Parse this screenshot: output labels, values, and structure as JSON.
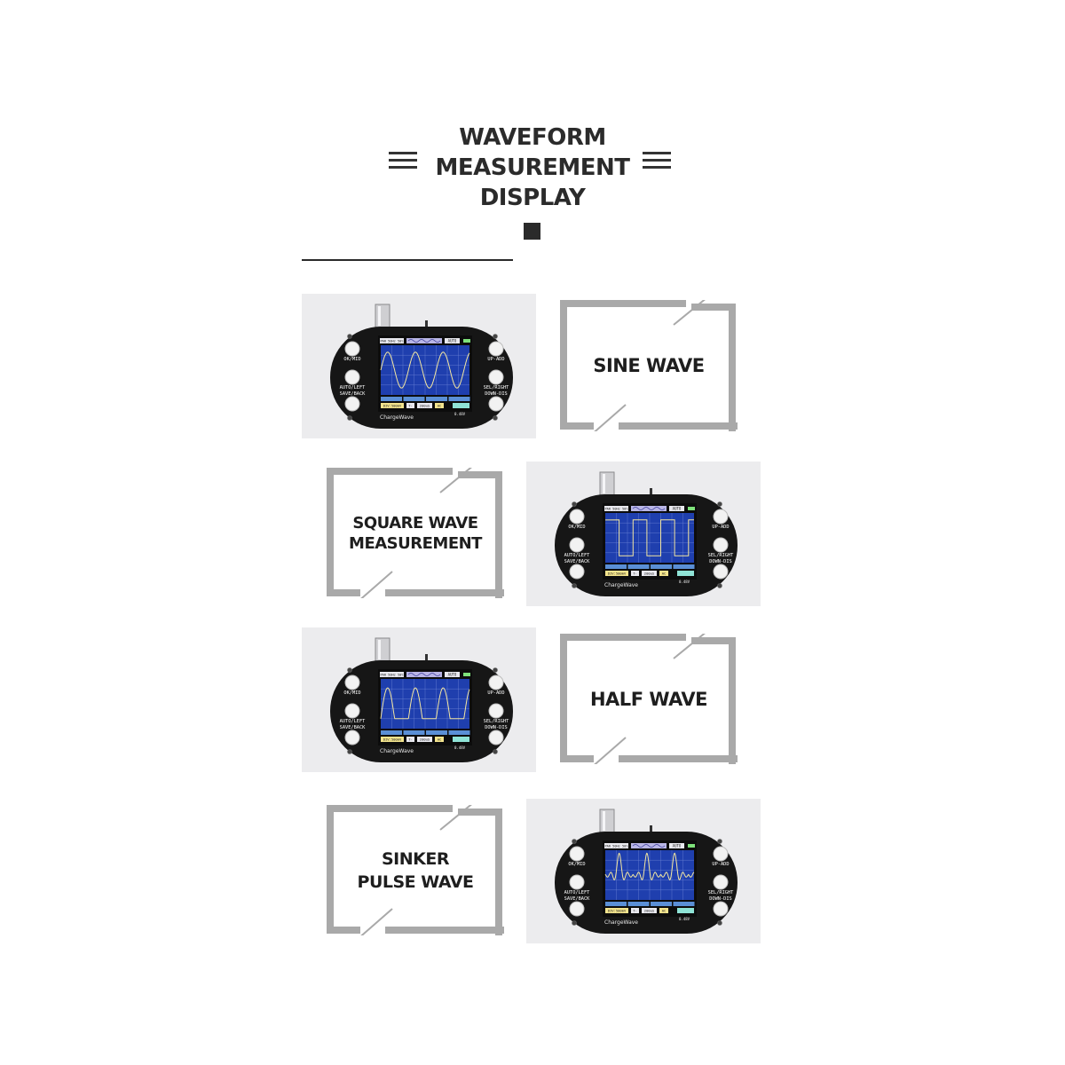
{
  "header": {
    "title_lines": [
      "WAVEFORM",
      "MEASUREMENT",
      "DISPLAY"
    ]
  },
  "device": {
    "brand": "ChargeWave",
    "buttons_left": [
      "OK/MID",
      "AUTO/LEFT",
      "SAVE/BACK"
    ],
    "buttons_right": [
      "UP-ADD",
      "SEL/RIGHT",
      "DOWN-DIS"
    ],
    "status_left": "PAR 50Hz 50%",
    "status_mode": "AUTO",
    "footer_setting": "DIV:500mV",
    "footer_trigger": "T-",
    "footer_time": "200uS",
    "footer_coupling": "AC",
    "corner_value": "0.48V"
  },
  "sections": [
    {
      "label_lines": [
        "SINE WAVE"
      ],
      "waveform": "sine"
    },
    {
      "label_lines": [
        "SQUARE WAVE",
        "MEASUREMENT"
      ],
      "waveform": "square"
    },
    {
      "label_lines": [
        "HALF WAVE"
      ],
      "waveform": "half"
    },
    {
      "label_lines": [
        "SINKER",
        "PULSE WAVE"
      ],
      "waveform": "sinc"
    }
  ],
  "colors": {
    "screen_blue": "#1f3fae",
    "waveform_yellow": "#f3e6a0",
    "frame_gray": "#a9a9a9",
    "device_black": "#161616",
    "card_bg": "#ececee"
  }
}
